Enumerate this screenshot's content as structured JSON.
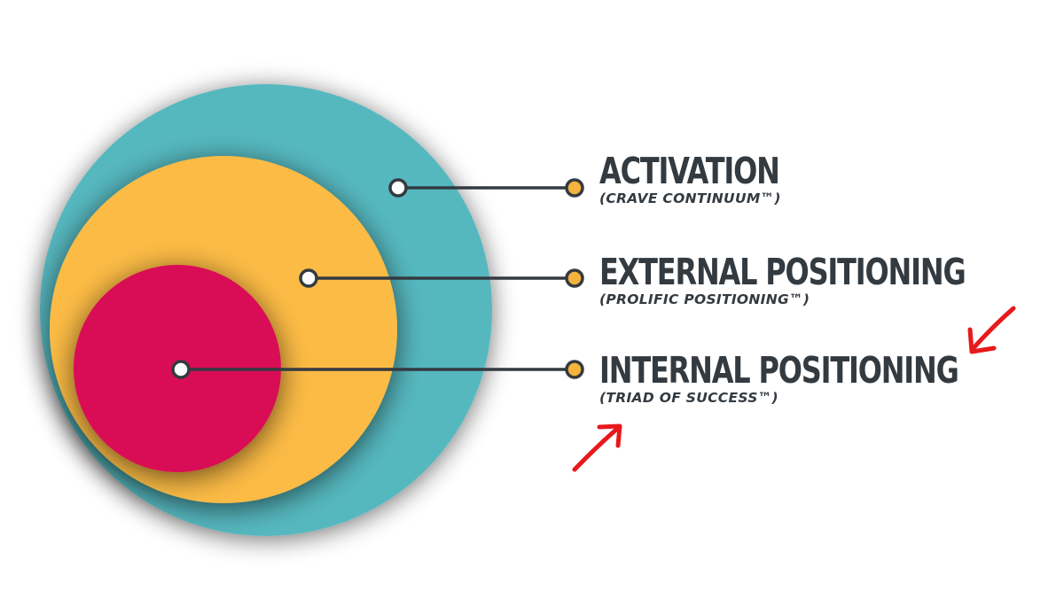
{
  "diagram": {
    "layers": [
      {
        "title": "ACTIVATION",
        "subtitle": "(CRAVE CONTINUUM™)",
        "color": "#56b8bf"
      },
      {
        "title": "EXTERNAL POSITIONING",
        "subtitle": "(PROLIFIC POSITIONING™)",
        "color": "#fcbb44"
      },
      {
        "title": "INTERNAL POSITIONING",
        "subtitle": "(TRIAD OF SUCCESS™)",
        "color": "#d91155"
      }
    ],
    "connector_color": "#333a40",
    "endpoint_color": "#f4b33d",
    "annotation_arrow_color": "#e8191c"
  }
}
